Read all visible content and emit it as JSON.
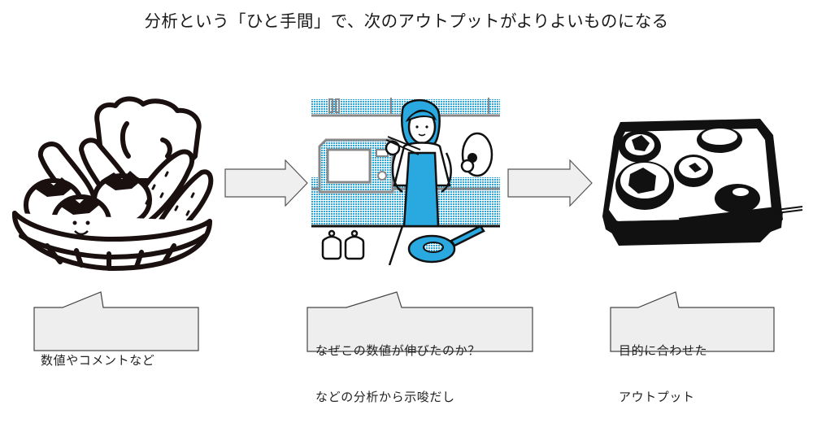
{
  "title": "分析という「ひと手間」で、次のアウトプットがよりよいものになる",
  "steps": [
    {
      "illustration": "vegetable-basket",
      "callout": {
        "lines": [
          "数値やコメントなど"
        ]
      }
    },
    {
      "illustration": "woman-cooking-in-kitchen",
      "callout": {
        "lines": [
          "なぜこの数値が伸びたのか？",
          "などの分析から示唆だし"
        ]
      }
    },
    {
      "illustration": "japanese-meal-tray",
      "callout": {
        "lines": [
          "目的に合わせた",
          "アウトプット"
        ]
      }
    }
  ],
  "arrows": [
    {
      "from": "vegetable-basket",
      "to": "woman-cooking-in-kitchen"
    },
    {
      "from": "woman-cooking-in-kitchen",
      "to": "japanese-meal-tray"
    }
  ],
  "colors": {
    "accent_blue": "#2aa8e0",
    "ink": "#111111",
    "callout_fill": "#eeeeee",
    "callout_stroke": "#444444",
    "arrow_fill": "#efefef",
    "kitchen_gray": "#888888"
  }
}
